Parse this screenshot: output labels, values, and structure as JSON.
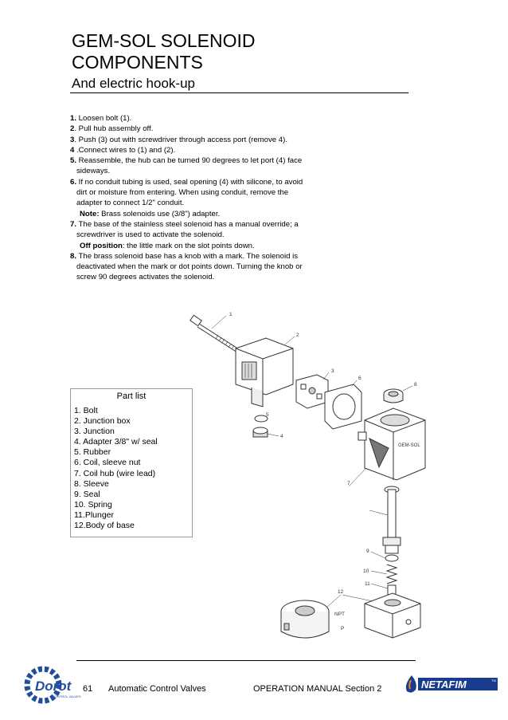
{
  "header": {
    "title_line1": "GEM-SOL SOLENOID",
    "title_line2": "COMPONENTS",
    "subtitle": "And electric hook-up"
  },
  "steps": {
    "s1_num": "1.",
    "s1_text": " Loosen bolt (1).",
    "s2_num": "2",
    "s2_text": ". Pull hub assembly off.",
    "s3_num": "3",
    "s3_text": ". Push (3) out with screwdriver through access port (remove 4).",
    "s4_num": "4",
    "s4_text": " .Connect wires to (1) and (2).",
    "s5_num": "5.",
    "s5_text_a": " Reassemble, the hub can be turned 90 degrees to let port (4) face",
    "s5_text_b": "sideways.",
    "s6_num": "6.",
    "s6_text_a": " If no conduit tubing is used, seal opening (4) with silicone, to avoid",
    "s6_text_b": "dirt or moisture from entering. When using conduit, remove the",
    "s6_text_c": "adapter to connect 1/2\" conduit.",
    "s6_note_label": "Note:",
    "s6_note_text": " Brass solenoids use (3/8\") adapter.",
    "s7_num": "7.",
    "s7_text_a": " The base of the stainless steel solenoid has a manual override; a",
    "s7_text_b": "screwdriver is used to activate the solenoid.",
    "s7_off_label": "Off position",
    "s7_off_text": ": the little mark on the slot points down.",
    "s8_num": "8.",
    "s8_text_a": " The brass solenoid base has a knob with a mark. The solenoid is",
    "s8_text_b": "deactivated when the mark or dot points down. Turning the knob or",
    "s8_text_c": "screw 90 degrees activates the solenoid."
  },
  "part_list": {
    "header": "Part list",
    "items": [
      "1. Bolt",
      "2. Junction box",
      "3. Junction",
      "4. Adapter 3/8\" w/ seal",
      "5. Rubber",
      "6. Coil, sleeve nut",
      "7. Coil hub (wire lead)",
      "8. Sleeve",
      "9. Seal",
      "10. Spring",
      "11.Plunger",
      "12.Body of base"
    ]
  },
  "diagram": {
    "callouts": [
      "1",
      "2",
      "3",
      "4",
      "5",
      "6",
      "7",
      "8",
      "9",
      "10",
      "11",
      "12"
    ],
    "coil_label": "GEM-SOL",
    "npt_label": "NPT",
    "p_label": "P"
  },
  "footer": {
    "page_number": "61",
    "doc_title": "Automatic Control Valves",
    "section": "OPERATION MANUAL Section 2",
    "dorot_logo": "Dorot",
    "dorot_tagline": "CONTROL VALVES",
    "netafim_logo": "NETAFIM",
    "netafim_tm": "TM"
  },
  "colors": {
    "dorot_blue": "#1f4f9c",
    "netafim_blue": "#1a3c8f",
    "netafim_orange": "#f08a1c"
  }
}
